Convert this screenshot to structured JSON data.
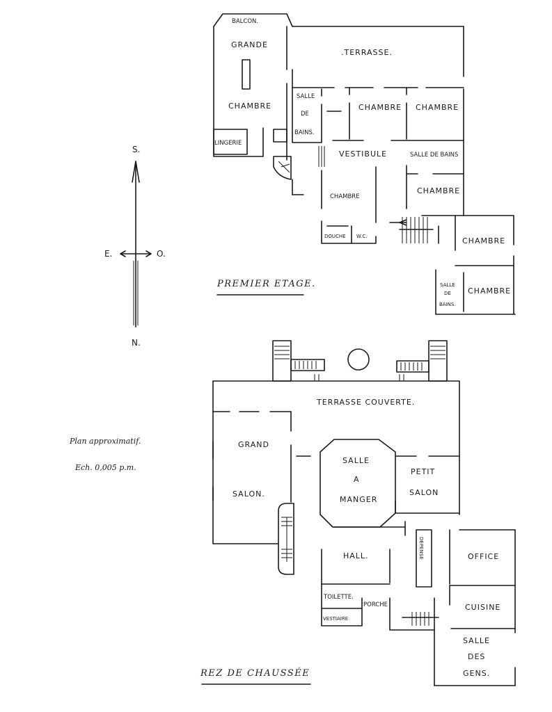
{
  "legend": {
    "note_line1": "Plan approximatif.",
    "note_line2": "Ech. 0,005 p.m."
  },
  "compass": {
    "south": "S.",
    "north": "N.",
    "east": "E.",
    "west": "O."
  },
  "first_floor": {
    "title": "PREMIER ETAGE.",
    "rooms": {
      "balcon": "BALCON.",
      "grande": "GRANDE",
      "chambre_main": "CHAMBRE",
      "terrasse": ".TERRASSE.",
      "salle": "SALLE",
      "de": "DE",
      "bains": "BAINS.",
      "chambre_a": "CHAMBRE",
      "chambre_b": "CHAMBRE",
      "lingerie": "LINGERIE",
      "vestibule": "VESTIBULE",
      "salle_de_bains": "SALLE DE BAINS",
      "chambre_c": "CHAMBRE",
      "chambre_d": "CHAMBRE",
      "douche": "DOUCHE",
      "wc": "W.C.",
      "chambre_e": "CHAMBRE",
      "salle2": "SALLE",
      "de2": "DE",
      "bains2": "BAINS.",
      "chambre_f": "CHAMBRE"
    }
  },
  "ground_floor": {
    "title": "REZ DE CHAUSSÉE",
    "rooms": {
      "terrasse_couverte": "TERRASSE COUVERTE.",
      "grand": "GRAND",
      "salon": "SALON.",
      "salle_a_manger_1": "SALLE",
      "salle_a_manger_2": "A",
      "salle_a_manger_3": "MANGER",
      "petit": "PETIT",
      "petit_salon": "SALON",
      "hall": "HALL.",
      "depense": "DEPENSE",
      "office": "OFFICE",
      "toilette": "TOILETTE.",
      "vestiaire": "VESTIAIRE",
      "porche": "PORCHE",
      "cuisine": "CUISINE",
      "salle_des_gens_1": "SALLE",
      "salle_des_gens_2": "DES",
      "salle_des_gens_3": "GENS."
    }
  }
}
